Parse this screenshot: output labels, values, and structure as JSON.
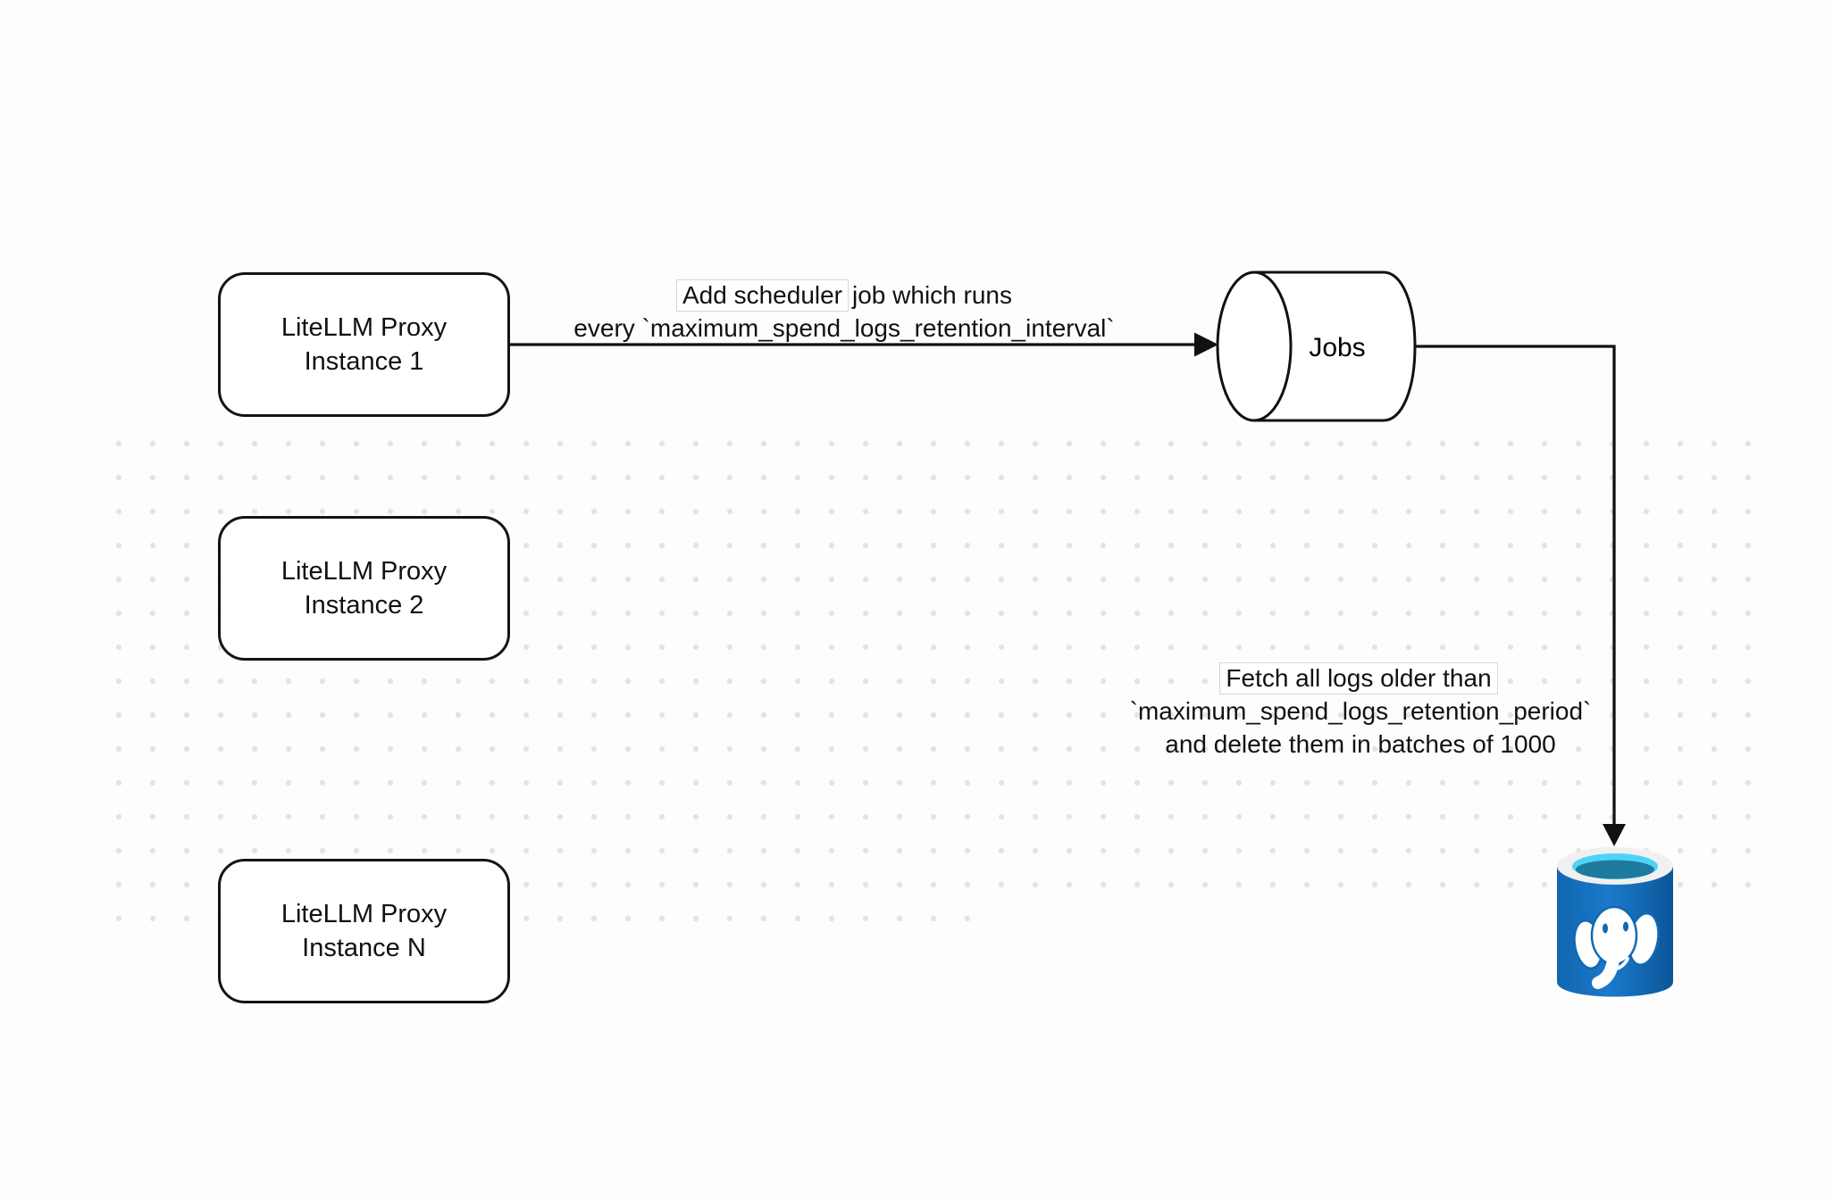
{
  "diagram": {
    "nodes": {
      "instance1": {
        "line1": "LiteLLM Proxy",
        "line2": "Instance 1"
      },
      "instance2": {
        "line1": "LiteLLM Proxy",
        "line2": "Instance 2"
      },
      "instanceN": {
        "line1": "LiteLLM Proxy",
        "line2": "Instance N"
      },
      "jobs": {
        "label": "Jobs"
      },
      "database": {
        "icon": "postgresql-elephant-icon"
      }
    },
    "edges": {
      "add_scheduler": {
        "line1_boxed": "Add scheduler",
        "line1_rest": "job which runs",
        "line2": "every `maximum_spend_logs_retention_interval`"
      },
      "fetch_logs": {
        "line1": "Fetch all logs older than",
        "line2": "`maximum_spend_logs_retention_period`",
        "line3": "and delete them in batches of 1000"
      }
    },
    "colors": {
      "stroke": "#111111",
      "db_blue": "#1268b5",
      "db_blue_light": "#1a7acb",
      "db_blue_dark": "#0d5598",
      "db_cyan": "#4ed3f7",
      "db_teal": "#1e7b9e",
      "db_ring": "#f0f0f0",
      "dot": "#e3e3e3"
    }
  }
}
